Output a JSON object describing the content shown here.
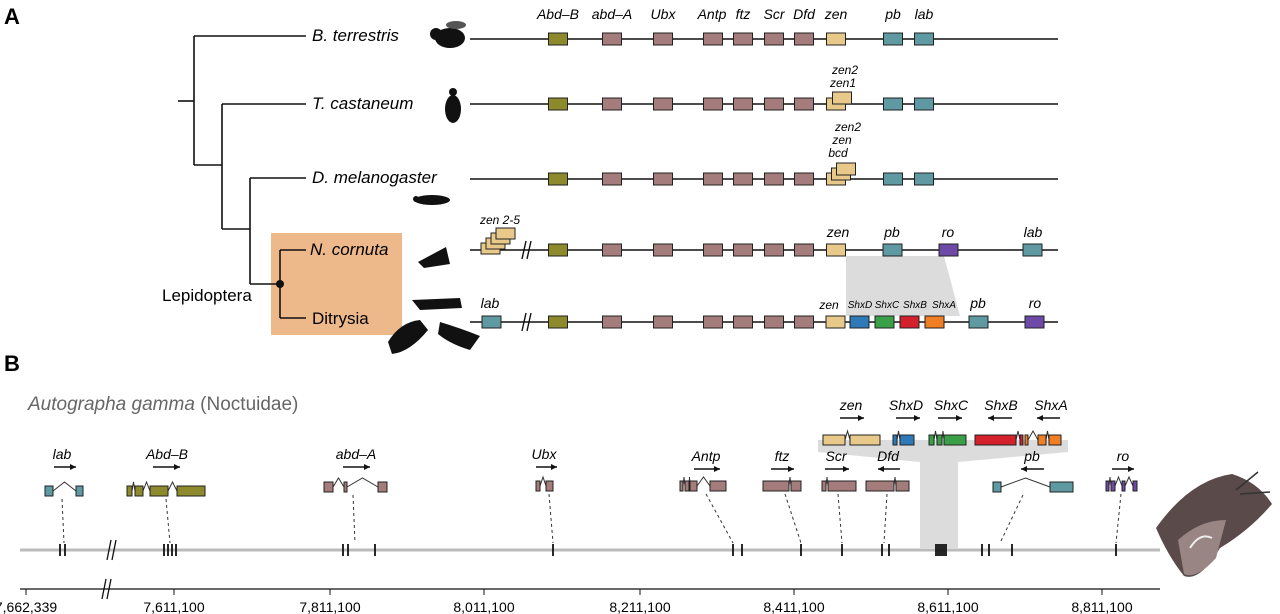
{
  "panels": {
    "a": "A",
    "b": "B"
  },
  "colors": {
    "AbdB": "#8c8a2c",
    "hox": "#a57c7c",
    "zen": "#e8c98a",
    "pb": "#5f9aa3",
    "ShxD": "#2e7ab8",
    "ShxC": "#39a047",
    "ShxB": "#d4202a",
    "ShxA": "#ef7f22",
    "ro": "#6d4aa8",
    "lepido_box": "#edb98b",
    "shade": "#dcdcdc"
  },
  "panel_a": {
    "species": [
      "B. terrestris",
      "T. castaneum",
      "D. melanogaster",
      "N. cornuta",
      "Ditrysia"
    ],
    "clade_label": "Lepidoptera",
    "row1_genes": [
      "Abd–B",
      "abd–A",
      "Ubx",
      "Antp",
      "ftz",
      "Scr",
      "Dfd",
      "zen",
      "pb",
      "lab"
    ],
    "tc_zen_labels": [
      "zen2",
      "zen1"
    ],
    "dm_zen_labels": [
      "zen2",
      "zen",
      "bcd"
    ],
    "nc_extra": {
      "zen25": "zen 2-5",
      "zen": "zen",
      "pb": "pb",
      "ro": "ro",
      "lab": "lab"
    },
    "dit_labels": {
      "lab": "lab",
      "zen": "zen",
      "ShxD": "ShxD",
      "ShxC": "ShxC",
      "ShxB": "ShxB",
      "ShxA": "ShxA",
      "pb": "pb",
      "ro": "ro"
    }
  },
  "panel_b": {
    "species": "Autographa gamma",
    "family": "(Noctuidae)",
    "genes": [
      "lab",
      "Abd–B",
      "abd–A",
      "Ubx",
      "Antp",
      "ftz",
      "Scr",
      "Dfd",
      "zen",
      "ShxD",
      "ShxC",
      "ShxB",
      "ShxA",
      "pb",
      "ro"
    ],
    "axis_ticks": [
      "7,662,339",
      "7,611,100",
      "7,811,100",
      "8,011,100",
      "8,211,100",
      "8,411,100",
      "8,611,100",
      "8,811,100"
    ]
  }
}
